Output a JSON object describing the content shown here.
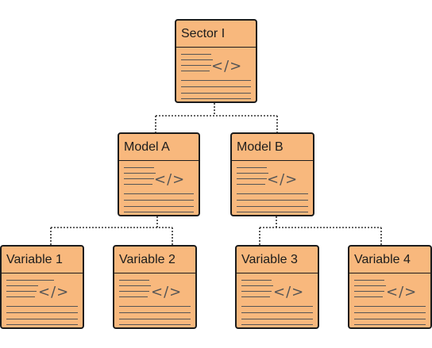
{
  "diagram": {
    "root": {
      "label": "Sector I",
      "children": [
        {
          "label": "Model A",
          "children": [
            {
              "label": "Variable 1"
            },
            {
              "label": "Variable 2"
            }
          ]
        },
        {
          "label": "Model B",
          "children": [
            {
              "label": "Variable 3"
            },
            {
              "label": "Variable 4"
            }
          ]
        }
      ]
    },
    "code_icon_glyph": "</>",
    "colors": {
      "card_fill": "#f8b87d",
      "card_border": "#1c1c1c",
      "line": "#555555",
      "connector": "#333333"
    },
    "icon_name": "code-icon"
  }
}
